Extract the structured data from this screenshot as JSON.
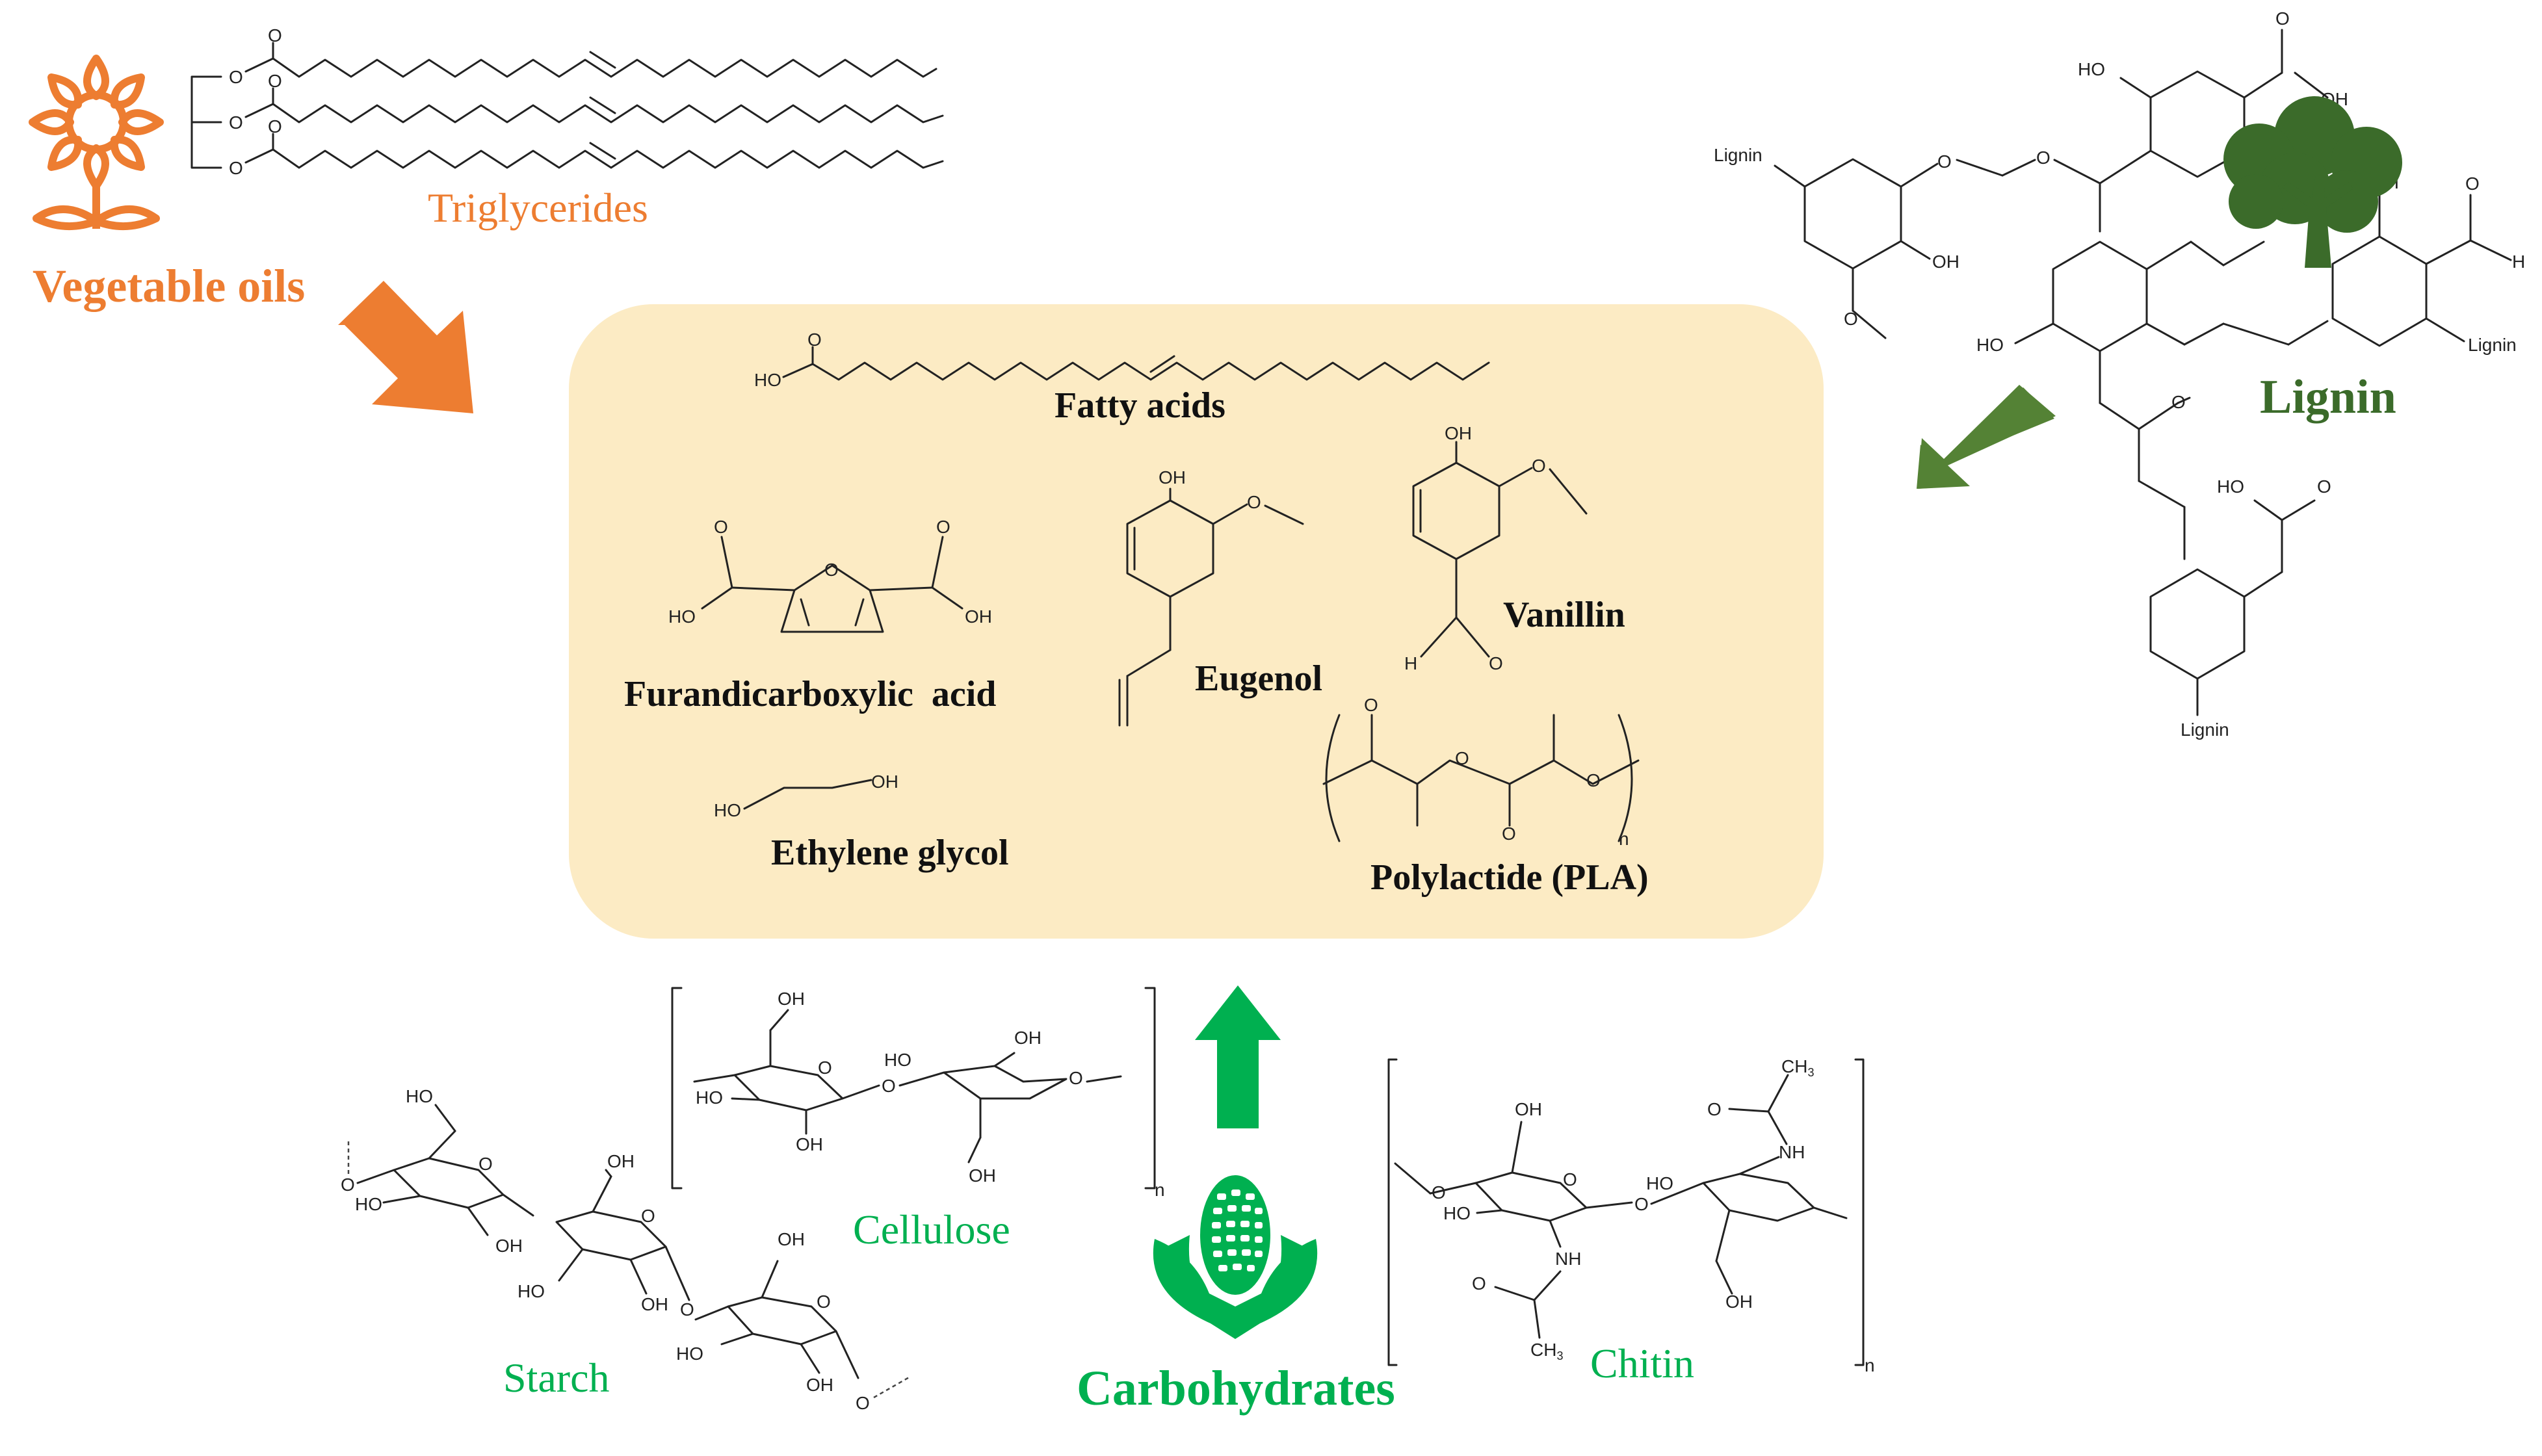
{
  "colors": {
    "vegetable_oils": "#ED7D31",
    "lignin": "#4E7F35",
    "carbohydrates": "#00B050",
    "center_box": "#FCEBC4",
    "structure_lines": "#222222"
  },
  "icons": {
    "vegetable_oils": "sunflower-icon",
    "lignin": "tree-icon",
    "carbohydrates": "corn-icon"
  },
  "sources": {
    "vegetable_oils": {
      "title": "Vegetable oils",
      "subtitle": "Triglycerides"
    },
    "lignin": {
      "title": "Lignin",
      "substituent": "Lignin"
    },
    "carbohydrates": {
      "title": "Carbohydrates",
      "starch": "Starch",
      "cellulose": "Cellulose",
      "chitin": "Chitin"
    }
  },
  "products": {
    "fatty_acids": "Fatty acids",
    "furandicarboxylic_acid": "Furandicarboxylic  acid",
    "eugenol": "Eugenol",
    "vanillin": "Vanillin",
    "ethylene_glycol": "Ethylene glycol",
    "pla": "Polylactide (PLA)"
  }
}
